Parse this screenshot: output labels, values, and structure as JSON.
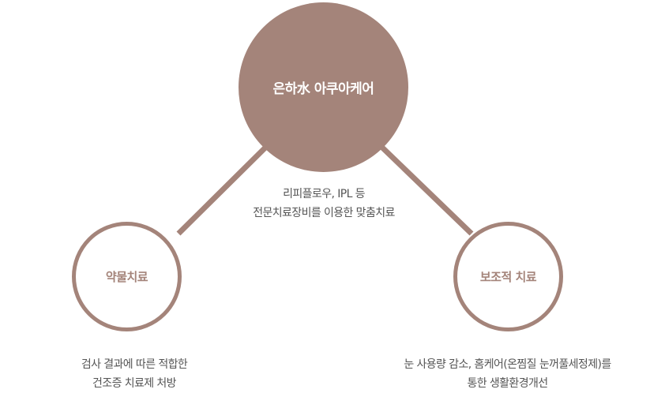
{
  "colors": {
    "accent": "#a4847a",
    "text": "#555555",
    "background": "#ffffff"
  },
  "hub": {
    "label": "은하水 아쿠아케어",
    "description_lines": [
      "리피플로우, IPL 등",
      "전문치료장비를 이용한 맞춤치료"
    ]
  },
  "left_node": {
    "label": "약물치료",
    "description_lines": [
      "검사 결과에 따른 적합한",
      "건조증 치료제 처방"
    ]
  },
  "right_node": {
    "label": "보조적 치료",
    "description_lines": [
      "눈 사용량 감소, 홈케어(온찜질 눈꺼풀세정제)를",
      "통한 생활환경개선"
    ]
  }
}
